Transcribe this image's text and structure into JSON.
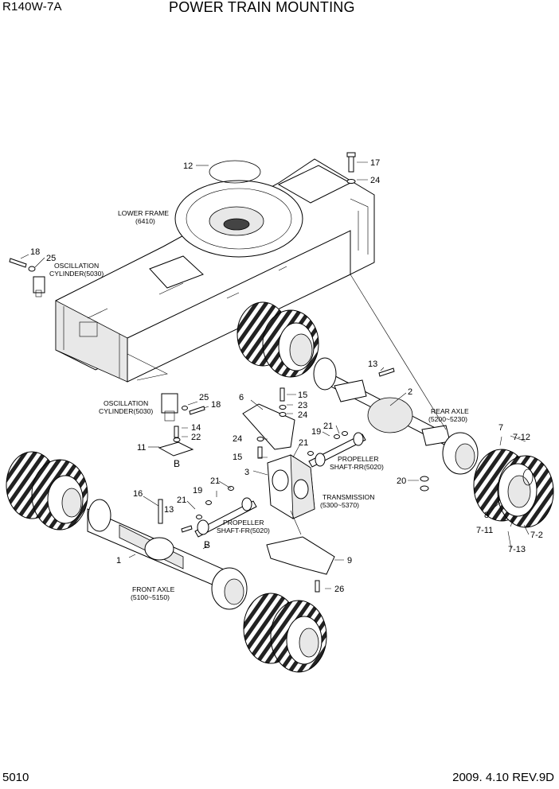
{
  "header": {
    "model": "R140W-7A",
    "title": "POWER TRAIN MOUNTING"
  },
  "footer": {
    "page_number": "5010",
    "revision": "2009. 4.10  REV.9D"
  },
  "callouts": {
    "c1": "1",
    "c2": "2",
    "c3": "3",
    "c6": "6",
    "c7": "7",
    "c7_2": "7-2",
    "c7_11": "7-11",
    "c7_12": "7-12",
    "c7_13": "7-13",
    "c8": "8",
    "c9": "9",
    "c11": "11",
    "c12": "12",
    "c13a": "13",
    "c13b": "13",
    "c14": "14",
    "c15a": "15",
    "c15b": "15",
    "c16": "16",
    "c17": "17",
    "c18a": "18",
    "c18b": "18",
    "c19a": "19",
    "c19b": "19",
    "c20": "20",
    "c21a": "21",
    "c21b": "21",
    "c21c": "21",
    "c21d": "21",
    "c22": "22",
    "c23": "23",
    "c24a": "24",
    "c24b": "24",
    "c24c": "24",
    "c25a": "25",
    "c25b": "25",
    "c26": "26",
    "secB1": "B",
    "secB2": "B"
  },
  "captions": {
    "lower_frame": [
      "LOWER FRAME",
      "(6410)"
    ],
    "osc_top": [
      "OSCILLATION",
      "CYLINDER(5030)"
    ],
    "osc_mid": [
      "OSCILLATION",
      "CYLINDER(5030)"
    ],
    "rear_axle": [
      "REAR AXLE",
      "(5200~5230)"
    ],
    "prop_rr": [
      "PROPELLER",
      "SHAFT-RR(5020)"
    ],
    "transmission": [
      "TRANSMISSION",
      "(5300~5370)"
    ],
    "prop_fr": [
      "PROPELLER",
      "SHAFT-FR(5020)"
    ],
    "front_axle": [
      "FRONT AXLE",
      "(5100~5150)"
    ]
  }
}
